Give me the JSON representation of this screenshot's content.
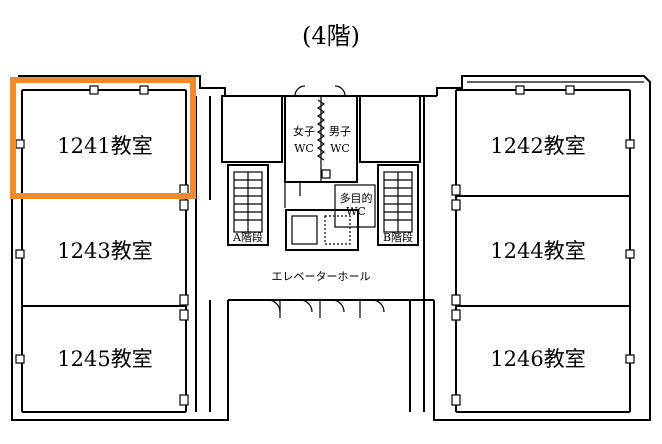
{
  "floor_title": "(4階)",
  "rooms": {
    "r1241": "1241教室",
    "r1242": "1242教室",
    "r1243": "1243教室",
    "r1244": "1244教室",
    "r1245": "1245教室",
    "r1246": "1246教室"
  },
  "restrooms": {
    "women_line1": "女子",
    "women_line2": "WC",
    "men_line1": "男子",
    "men_line2": "WC",
    "multi_line1": "多目的",
    "multi_line2": "WC"
  },
  "stairs": {
    "a": "A階段",
    "b": "B階段"
  },
  "elevator_hall": "エレベーターホール",
  "highlight": {
    "room": "1241教室",
    "color": "#f08a2c"
  }
}
